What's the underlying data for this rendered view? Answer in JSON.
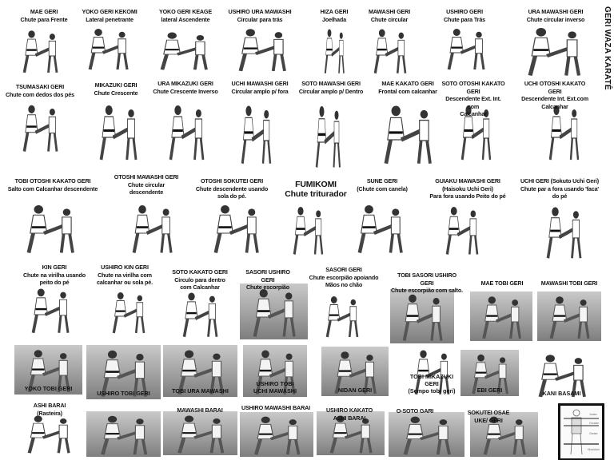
{
  "title": "GERI WAZA KARATÊ",
  "items": [
    {
      "lines": [
        "MAE GERI",
        "Chute para Frente"
      ]
    },
    {
      "lines": [
        "YOKO GERI KEKOMI",
        "Lateral  penetrante"
      ]
    },
    {
      "lines": [
        "YOKO GERI KEAGE",
        "lateral  Ascendente"
      ]
    },
    {
      "lines": [
        "USHIRO URA MAWASHI",
        "Circular para trás"
      ]
    },
    {
      "lines": [
        "HIZA  GERI",
        "Joelhada"
      ]
    },
    {
      "lines": [
        "MAWASHI GERI",
        "Chute circular"
      ]
    },
    {
      "lines": [
        "USHIRO GERI",
        "Chute para Trás"
      ]
    },
    {
      "lines": [
        "URA MAWASHI GERI",
        "Chute circular inverso"
      ]
    },
    {
      "lines": [
        "TSUMASAKI GERI",
        "Chute com dedos dos pés"
      ]
    },
    {
      "lines": [
        "MIKAZUKI GERI",
        "Chute Crescente"
      ]
    },
    {
      "lines": [
        "URA MIKAZUKI GERI",
        "Chute Crescente Inverso"
      ]
    },
    {
      "lines": [
        "UCHI MAWASHI GERI",
        "Circular amplo p/ fora"
      ]
    },
    {
      "lines": [
        "SOTO MAWASHI GERI",
        "Circular amplo p/ Dentro"
      ]
    },
    {
      "lines": [
        "MAE KAKATO  GERI",
        "Frontal com calcanhar"
      ]
    },
    {
      "lines": [
        "SOTO OTOSHI KAKATO GERI",
        "Descendente Ext. Int. com",
        "Calcanhar"
      ]
    },
    {
      "lines": [
        "UCHI  OTOSHI  KAKATO GERI",
        "Descendente  Int.  Ext.com",
        "Calcanhar"
      ]
    },
    {
      "lines": [
        "TOBI OTOSHI  KAKATO GERI",
        "Salto com Calcanhar descendente"
      ]
    },
    {
      "lines": [
        "OTOSHI MAWASHI GERI",
        "Chute circular",
        "descendente"
      ]
    },
    {
      "lines": [
        "OTOSHI SOKUTEI GERI",
        "Chute descendente usando",
        "sola do pé."
      ]
    },
    {
      "lines": [
        "FUMIKOMI",
        "Chute triturador"
      ]
    },
    {
      "lines": [
        "SUNE GERI",
        "(Chute com canela)"
      ]
    },
    {
      "lines": [
        "GUIAKU MAWASHI GERI",
        "(Haisoku Uchi Geri)",
        "Para fora  usando Peito do pé"
      ]
    },
    {
      "lines": [
        "UCHI GERI  (Sokuto Uchi Geri)",
        "Chute par a fora usando 'faca' do pé"
      ]
    },
    {
      "lines": [
        "KIN GERI",
        "Chute na virilha usando",
        "peito do pé"
      ]
    },
    {
      "lines": [
        "USHIRO KIN GERI",
        "Chute na virilha  com",
        "calcanhar  ou sola pé."
      ]
    },
    {
      "lines": [
        "SOTO KAKATO GERI",
        "Circulo para dentro",
        "com Calcanhar"
      ]
    },
    {
      "lines": [
        "SASORI USHIRO GERI",
        "Chute escorpião"
      ]
    },
    {
      "lines": [
        "SASORI GERI",
        "Chute escorpião apoiando",
        "Mãos no chão"
      ]
    },
    {
      "lines": [
        "TOBI SASORI USHIRO GERI",
        "Chute escorpião com salto."
      ]
    },
    {
      "lines": [
        "MAE TOBI GERI"
      ]
    },
    {
      "lines": [
        "MAWASHI TOBI GERI"
      ]
    },
    {
      "lines": [
        "YOKO TOBI GERI"
      ]
    },
    {
      "lines": [
        "USHIRO TOBI GERI"
      ]
    },
    {
      "lines": [
        "TOBI URA MAWASHI"
      ]
    },
    {
      "lines": [
        "USHIRO TOBI",
        "UCHI MAWASHI"
      ]
    },
    {
      "lines": [
        "NIDAN GERI"
      ]
    },
    {
      "lines": [
        "TOBI MIKAZUKI GERI",
        "(Sempo tobi geri)"
      ]
    },
    {
      "lines": [
        "EBI GERI"
      ]
    },
    {
      "lines": [
        "KANI BASAMI"
      ]
    },
    {
      "lines": [
        "ASHI BARAI",
        "(Rasteira)"
      ]
    },
    {
      "lines": []
    },
    {
      "lines": [
        "MAWASHI BARAI"
      ]
    },
    {
      "lines": [
        "USHIRO MAWASHI BARAI"
      ]
    },
    {
      "lines": [
        "USHIRO KAKATO",
        "ASHI BARAI"
      ]
    },
    {
      "lines": [
        "O-SOTO GARI"
      ]
    },
    {
      "lines": [
        "SOKUTEI OSAE",
        "UKE/ GERI"
      ]
    }
  ],
  "levels_chart": {
    "labels": [
      "Jodan",
      "Chudan",
      "Gedan",
      "Hiza/Ashi"
    ]
  }
}
